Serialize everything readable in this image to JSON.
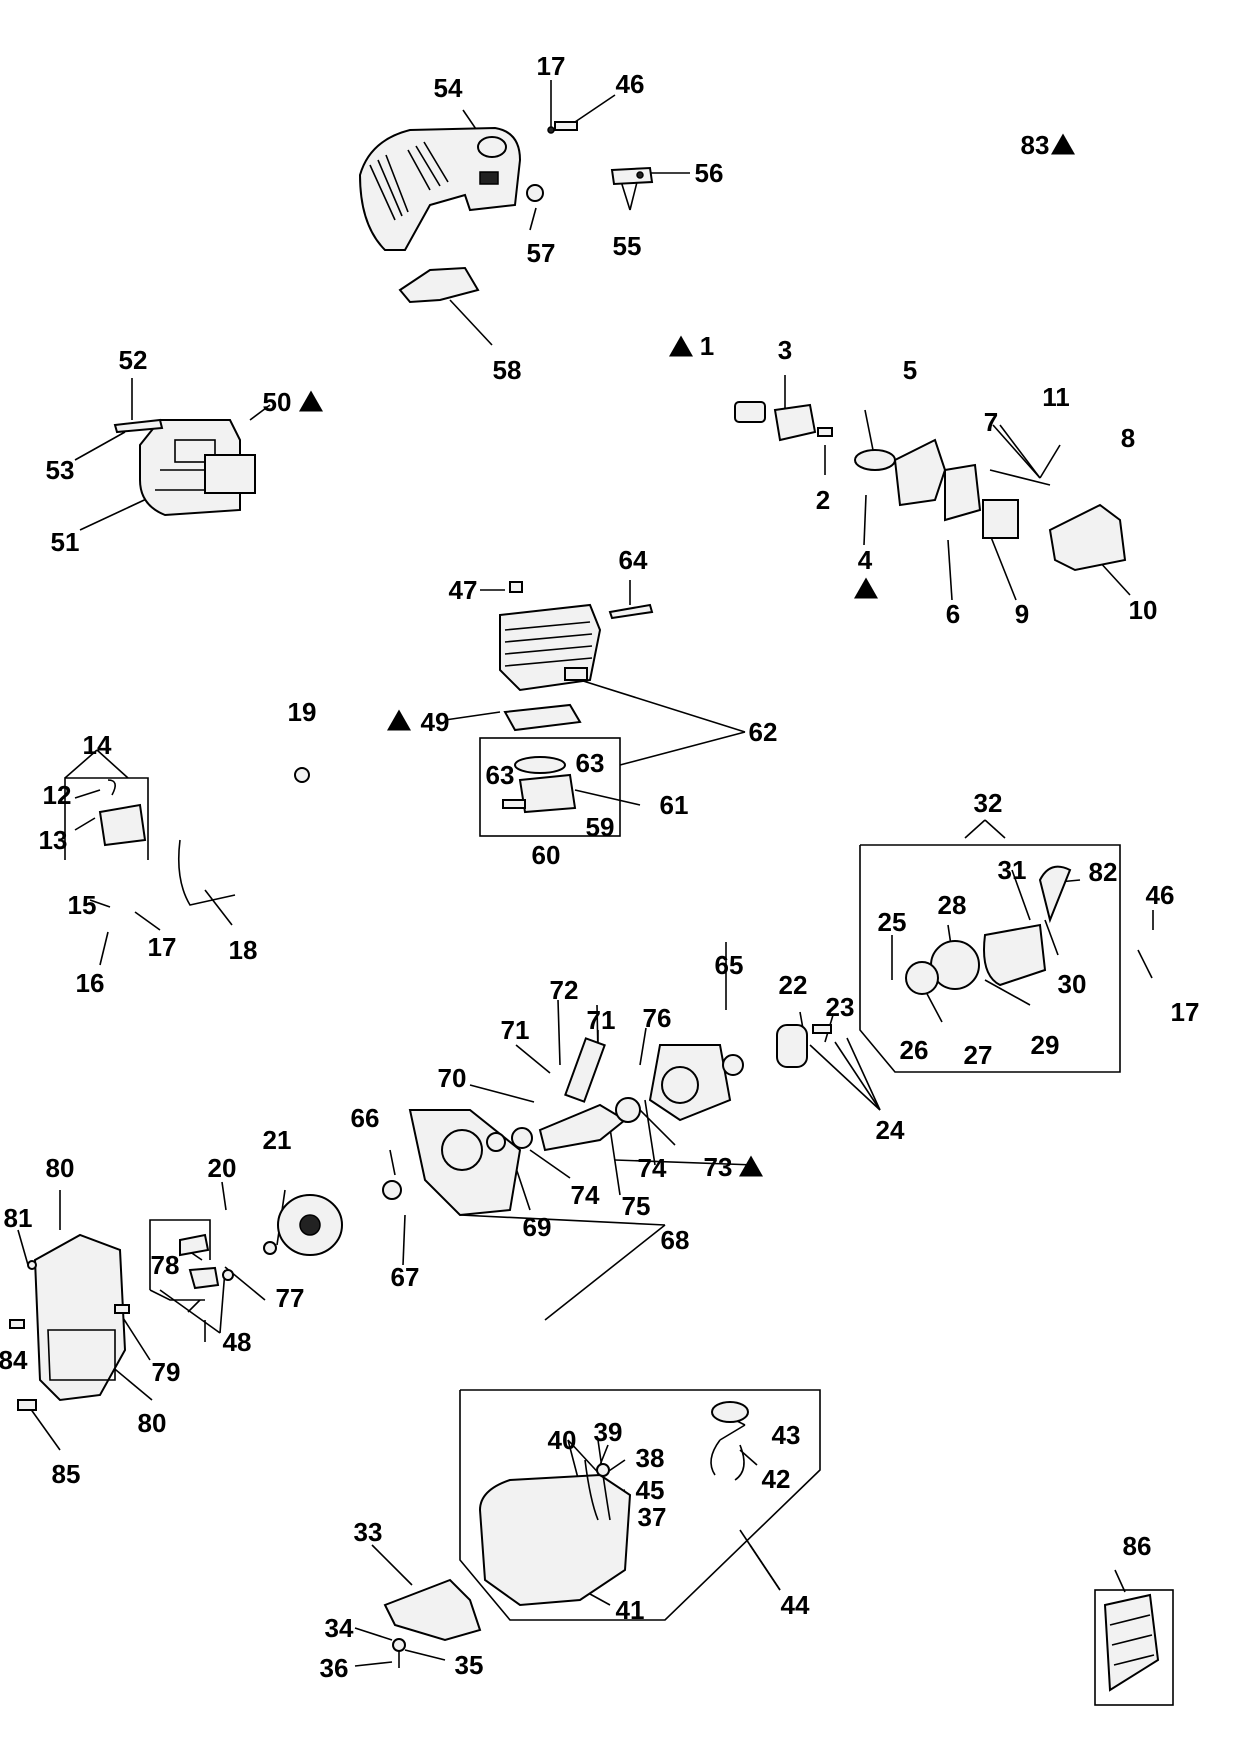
{
  "labels": {
    "l1": "1",
    "l2": "2",
    "l3": "3",
    "l4": "4",
    "l5": "5",
    "l6": "6",
    "l7": "7",
    "l8": "8",
    "l9": "9",
    "l10": "10",
    "l11": "11",
    "l12": "12",
    "l13": "13",
    "l14": "14",
    "l15": "15",
    "l16": "16",
    "l17a": "17",
    "l17b": "17",
    "l17c": "17",
    "l18": "18",
    "l19": "19",
    "l20": "20",
    "l21": "21",
    "l22": "22",
    "l23": "23",
    "l24": "24",
    "l25": "25",
    "l26": "26",
    "l27": "27",
    "l28": "28",
    "l29": "29",
    "l30": "30",
    "l31": "31",
    "l32": "32",
    "l33": "33",
    "l34": "34",
    "l35": "35",
    "l36": "36",
    "l37": "37",
    "l38": "38",
    "l39": "39",
    "l40": "40",
    "l41": "41",
    "l42": "42",
    "l43": "43",
    "l44": "44",
    "l45": "45",
    "l46a": "46",
    "l46b": "46",
    "l47": "47",
    "l48": "48",
    "l49": "49",
    "l50": "50",
    "l51": "51",
    "l52": "52",
    "l53": "53",
    "l54": "54",
    "l55": "55",
    "l56": "56",
    "l57": "57",
    "l58": "58",
    "l59": "59",
    "l60": "60",
    "l61": "61",
    "l62": "62",
    "l63a": "63",
    "l63b": "63",
    "l64": "64",
    "l65": "65",
    "l66": "66",
    "l67": "67",
    "l68": "68",
    "l69": "69",
    "l70": "70",
    "l71a": "71",
    "l71b": "71",
    "l72": "72",
    "l73": "73",
    "l74a": "74",
    "l74b": "74",
    "l75": "75",
    "l76": "76",
    "l77": "77",
    "l78": "78",
    "l79": "79",
    "l80a": "80",
    "l80b": "80",
    "l81": "81",
    "l82": "82",
    "l83": "83",
    "l84": "84",
    "l85": "85",
    "l86": "86"
  },
  "icons": {
    "marker": "filled-triangle"
  },
  "colors": {
    "ink": "#000000",
    "background": "#ffffff"
  }
}
